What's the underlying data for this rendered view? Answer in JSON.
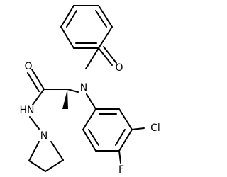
{
  "molecule": {
    "colors": {
      "bond": "#000000",
      "carbon_label": "#000000",
      "oxygen_label": "#000000",
      "nitrogen_label": "#000000",
      "chlorine_label": "#000000",
      "fluorine_label": "#000000"
    },
    "labels": {
      "oxygen_benzoyl": "O",
      "oxygen_amide": "O",
      "nitrogen_amide": "N",
      "nitrogen_hydrazide": "HN",
      "nitrogen_pyrrolidine": "N",
      "chlorine": "Cl",
      "fluorine": "F"
    }
  }
}
